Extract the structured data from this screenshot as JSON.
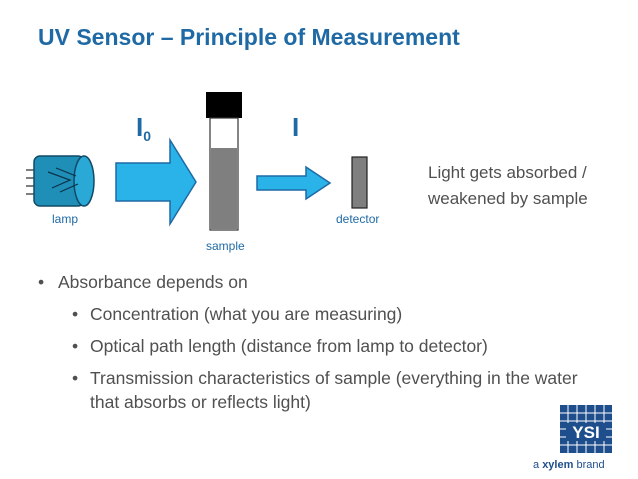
{
  "title": "UV Sensor – Principle of Measurement",
  "diagram": {
    "lamp_label": "lamp",
    "sample_label": "sample",
    "detector_label": "detector",
    "i0_main": "I",
    "i0_sub": "0",
    "i_label": "I"
  },
  "side_note": "Light gets absorbed / weakened by sample",
  "bullets": {
    "main": "Absorbance depends on",
    "sub": [
      "Concentration (what you are measuring)",
      "Optical path length (distance from lamp to detector)",
      "Transmission characteristics of sample (everything in the water that absorbs or reflects light)"
    ],
    "bullet_char": "•"
  },
  "logo": {
    "text": "YSI",
    "brand_prefix": "a ",
    "brand_bold": "xylem",
    "brand_suffix": " brand"
  },
  "colors": {
    "title": "#1f6aa5",
    "arrow_fill": "#29b3e8",
    "arrow_stroke": "#1f6aa5",
    "body_text": "#505050",
    "sample_fill": "#7f7f7f",
    "cap": "#000000"
  },
  "icons": [
    "lamp-icon",
    "cuvette-icon",
    "detector-icon",
    "arrow-right-icon",
    "ysi-logo"
  ]
}
